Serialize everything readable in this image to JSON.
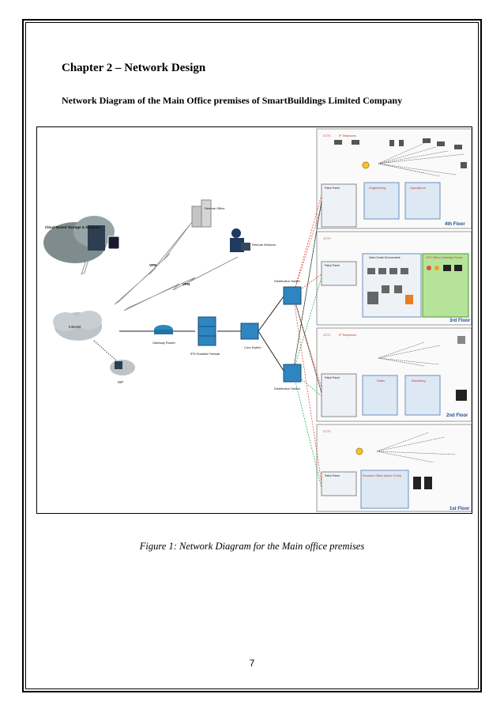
{
  "heading": "Chapter 2 – Network Design",
  "subheading": "Network Diagram of the Main Office premises of SmartBuildings Limited Company",
  "caption": "Figure 1: Network Diagram for the Main office premises",
  "page_number": "7",
  "diagram": {
    "cloud_storage": "Cloud Based Storage & Services",
    "internet": "Internet",
    "isp": "ISP",
    "vpn1": "VPN",
    "vpn2": "VPN",
    "remote_office": "Remote Office",
    "remote_workers": "Remote Workers",
    "gateway_router": "Gateway Router",
    "firewall": "IPS Enabled Firewall",
    "core_switch": "Core Switch",
    "dist_switch_1": "Distribution Switch",
    "dist_switch_2": "Distribution Switch",
    "floor4": "4th Floor",
    "floor3": "3rd Floor",
    "floor2": "2nd Floor",
    "floor1": "1st Floor",
    "cctv": "CCTV",
    "ip_telephones": "IP Telephones",
    "patch_panel": "Patch Panel",
    "engineering": "Engineering",
    "operations": "Operations",
    "data_centre": "Data Centre Environment",
    "ceo_office": "CEO Office & Meeting Rooms",
    "sales": "Sales",
    "marketing": "Marketing",
    "reception": "Reception Office (Admin VLAN)"
  }
}
